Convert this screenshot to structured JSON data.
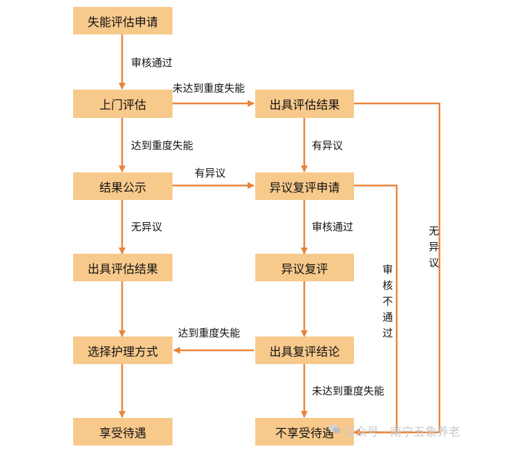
{
  "boxes": {
    "apply": "失能评估申请",
    "onsite": "上门评估",
    "result_right": "出具评估结果",
    "publicity": "结果公示",
    "objection_apply": "异议复评申请",
    "result_left": "出具评估结果",
    "reassess": "异议复评",
    "choose_care": "选择护理方式",
    "reassess_conclusion": "出具复评结论",
    "enjoy": "享受待遇",
    "not_enjoy": "不享受待遇"
  },
  "labels": {
    "approved_1": "审核通过",
    "not_severe_1": "未达到重度失能",
    "severe_1": "达到重度失能",
    "has_objection_1": "有异议",
    "has_objection_2": "有异议",
    "no_objection_1": "无异议",
    "approved_2": "审核通过",
    "not_approved": "审核不通过",
    "no_objection_2": "无异议",
    "severe_2": "达到重度失能",
    "not_severe_2": "未达到重度失能"
  },
  "watermark": "公众号 · 南宁五象养老",
  "colors": {
    "box": "#f7c98b",
    "arrow": "#e8843a"
  }
}
